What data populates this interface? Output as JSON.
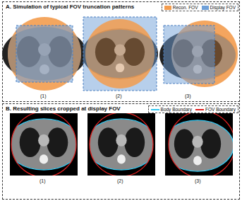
{
  "diagram": {
    "nodes": [
      {
        "text": [
          "A. Simulation of typical FOV truncation patterns"
        ]
      },
      {
        "text": [
          "B. Resulting slices cropped at display FOV"
        ]
      }
    ],
    "labels": [
      "(1)",
      "(2)",
      "(3)",
      "(1)",
      "(2)",
      "(3)"
    ],
    "legend": [
      {
        "text": "Recon. FOV",
        "color": "#f39c4e"
      },
      {
        "text": "Display FOV",
        "color": "#6fa0d8"
      },
      {
        "text": "Body Boundary"
      },
      {
        "text": "FOV Boundary"
      }
    ]
  }
}
